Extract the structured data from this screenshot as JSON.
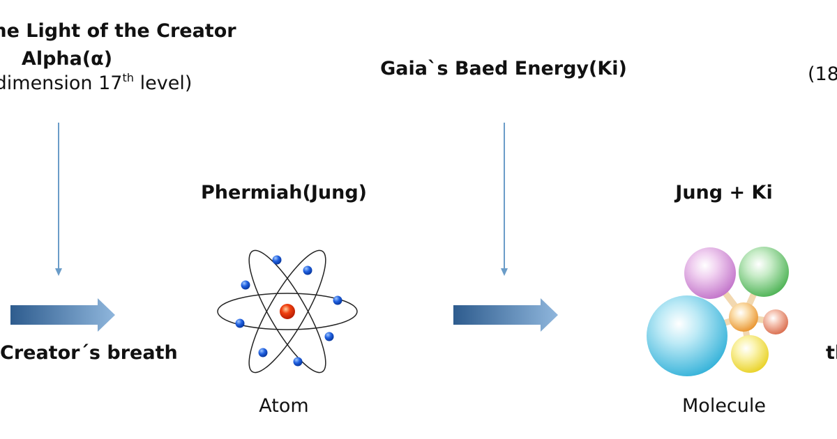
{
  "left_block": {
    "title_line1": "the Light of the Creator",
    "title_line2": "Alpha(α)",
    "sub_prefix": "dimension 17",
    "sub_sup": "th",
    "sub_suffix": " level)",
    "arrow_caption": "Creator´s breath"
  },
  "middle_block": {
    "energy_title": "Gaia`s Baed Energy(Ki)",
    "atom_title": "Phermiah(Jung)",
    "atom_caption": "Atom"
  },
  "right_block": {
    "molecule_title": "Jung + Ki",
    "molecule_caption": "Molecule",
    "cut_top_text": "(18",
    "cut_bottom_text": "th"
  },
  "colors": {
    "line_arrow": "#6a9cc8",
    "block_arrow_dark": "#2e5c8e",
    "block_arrow_light": "#8fb6dc",
    "nucleus": "#e8280c",
    "electron": "#1f5fe0",
    "sphere_cyan": "#58c8e6",
    "sphere_pink": "#d890d8",
    "sphere_green": "#6cc870",
    "sphere_orange": "#f0a040",
    "sphere_yellow": "#f0e040",
    "sphere_salmon": "#e07a5a"
  }
}
